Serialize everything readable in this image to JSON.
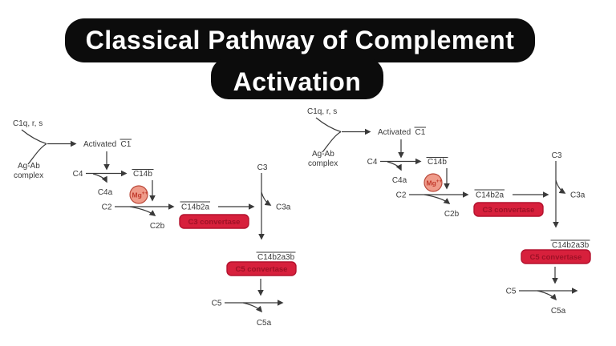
{
  "title": {
    "line1": "Classical Pathway of Complement",
    "line2": "Activation"
  },
  "colors": {
    "banner_bg": "#0c0c0c",
    "banner_text": "#ffffff",
    "diagram_text": "#3a3a3a",
    "convertase_fill": "#d7203c",
    "convertase_border": "#b3122e",
    "convertase_text": "#9e1126",
    "mg_circle_fill": "#ef9b8a",
    "mg_circle_border": "#bb4a3b",
    "mg_text": "#c23a2c"
  },
  "pathway": {
    "c1qrs": "C1q, r, s",
    "agab_line1": "Ag-Ab",
    "agab_line2": "complex",
    "activated_prefix": "Activated",
    "activated_c1": "C1",
    "c4": "C4",
    "c4a": "C4a",
    "c14b": "C14b",
    "mg": "Mg",
    "mg_charge": "++",
    "c2": "C2",
    "c2b": "C2b",
    "c14b2a": "C14b2a",
    "c3_convertase": "C3 convertase",
    "c3": "C3",
    "c3a": "C3a",
    "c14b2a3b": "C14b2a3b",
    "c5_convertase": "C5 convertase",
    "c5": "C5",
    "c5a": "C5a"
  }
}
